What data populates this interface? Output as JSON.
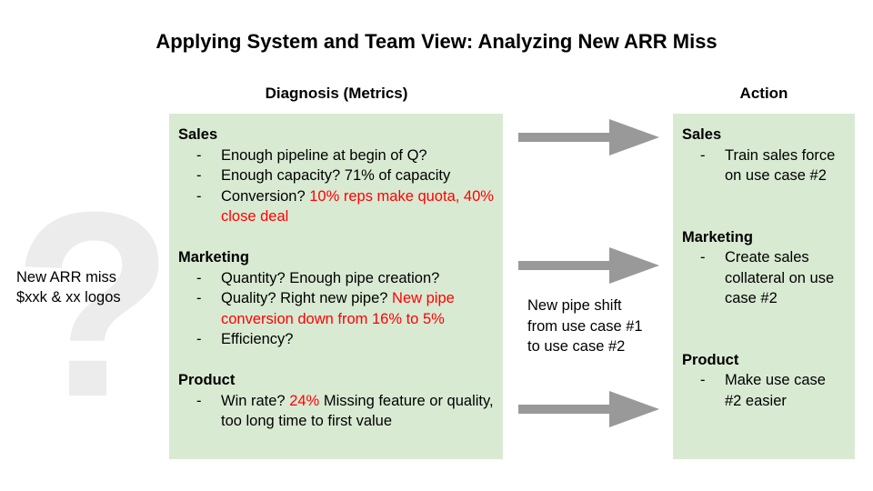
{
  "title": "Applying System and Team View: Analyzing New ARR Miss",
  "diagnosis_heading": "Diagnosis (Metrics)",
  "action_heading": "Action",
  "question_mark": "?",
  "miss": {
    "line1": "New ARR miss",
    "line2": "$xxk & xx logos"
  },
  "shift_note": "New pipe shift from use case #1 to use case #2",
  "colors": {
    "box_bg": "#d9ead3",
    "highlight": "#ff0000",
    "arrow": "#999999",
    "qmark": "#ececec"
  },
  "diagnosis": {
    "sales": {
      "heading": "Sales",
      "item1": "Enough pipeline at begin of Q?",
      "item2": "Enough capacity? 71% of capacity",
      "item3_plain": "Conversion? ",
      "item3_red": "10% reps make quota, 40% close deal"
    },
    "marketing": {
      "heading": "Marketing",
      "item1": "Quantity? Enough pipe creation?",
      "item2_plain": "Quality? Right new pipe? ",
      "item2_red": "New pipe conversion down from 16% to 5%",
      "item3": "Efficiency?"
    },
    "product": {
      "heading": "Product",
      "item1_plain_a": "Win rate? ",
      "item1_red": "24%",
      "item1_plain_b": " Missing feature or quality, too long time to first value"
    }
  },
  "action": {
    "sales": {
      "heading": "Sales",
      "item1": "Train sales force on use case #2"
    },
    "marketing": {
      "heading": "Marketing",
      "item1": "Create sales collateral on use case #2"
    },
    "product": {
      "heading": "Product",
      "item1": "Make use case #2 easier"
    }
  }
}
